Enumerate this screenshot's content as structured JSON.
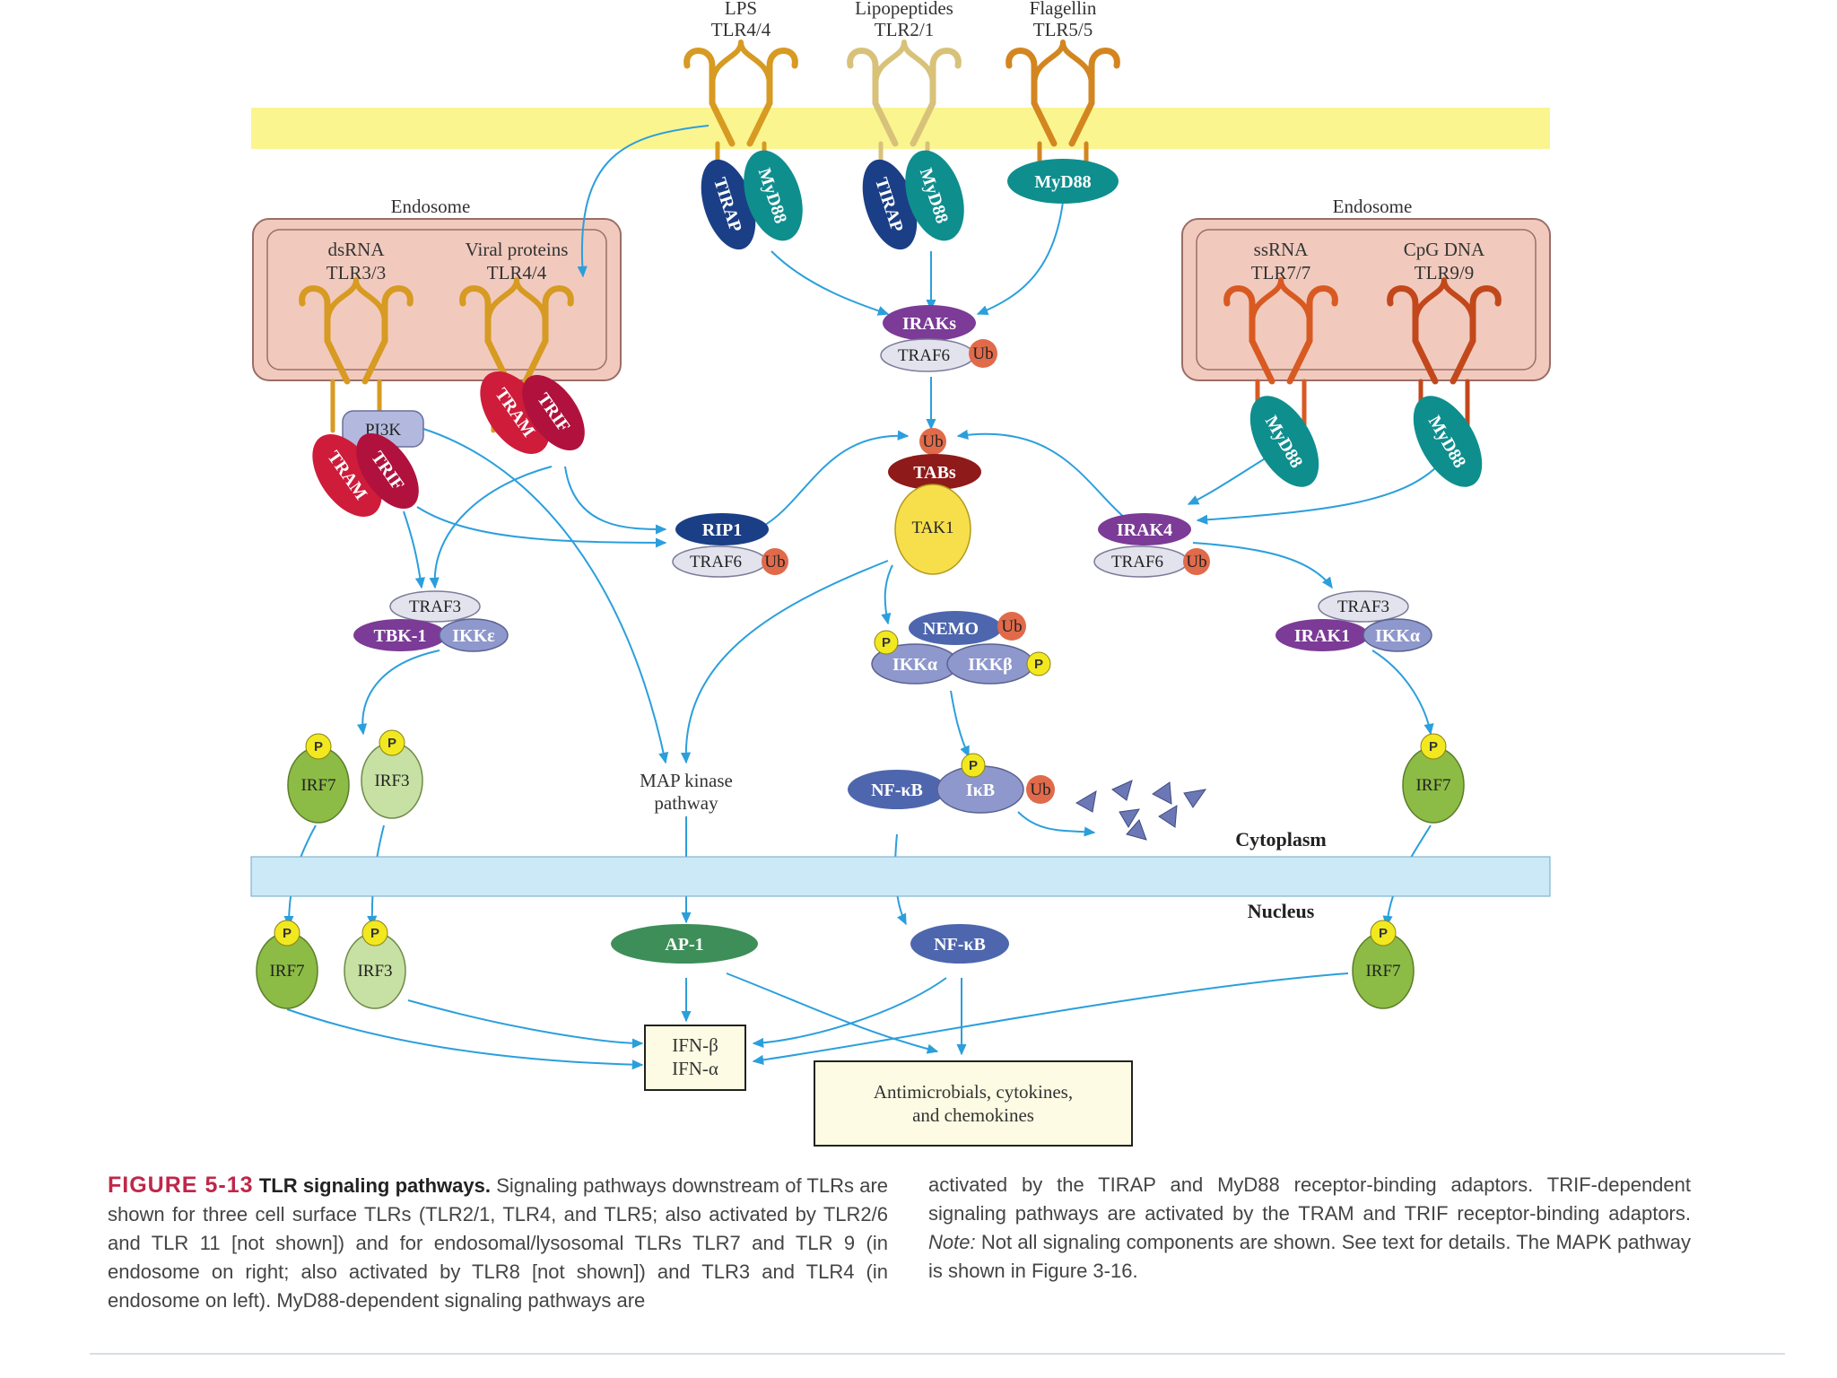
{
  "ligands": {
    "lps": "LPS",
    "tlr44": "TLR4/4",
    "lipopeptides": "Lipopeptides",
    "tlr21": "TLR2/1",
    "flagellin": "Flagellin",
    "tlr55": "TLR5/5"
  },
  "endosome_left": {
    "title": "Endosome",
    "dsrna": "dsRNA",
    "tlr33": "TLR3/3",
    "viral": "Viral proteins",
    "tlr44": "TLR4/4"
  },
  "endosome_right": {
    "title": "Endosome",
    "ssrna": "ssRNA",
    "tlr77": "TLR7/7",
    "cpg": "CpG DNA",
    "tlr99": "TLR9/9"
  },
  "molecules": {
    "tirap": "TIRAP",
    "myd88": "MyD88",
    "iraks": "IRAKs",
    "traf6": "TRAF6",
    "ub": "Ub",
    "pi3k": "PI3K",
    "tram": "TRAM",
    "trif": "TRIF",
    "tabs": "TABs",
    "tak1": "TAK1",
    "rip1": "RIP1",
    "irak4": "IRAK4",
    "traf3": "TRAF3",
    "tbk1": "TBK-1",
    "ikke": "IKKε",
    "nemo": "NEMO",
    "ikka": "IKKα",
    "ikkb": "IKKβ",
    "irak1": "IRAK1",
    "p": "P",
    "irf7": "IRF7",
    "irf3": "IRF3",
    "nfkb": "NF-κB",
    "ikb": "IκB",
    "ap1": "AP-1"
  },
  "labels": {
    "map_kinase": "MAP kinase",
    "pathway": "pathway",
    "cytoplasm": "Cytoplasm",
    "nucleus": "Nucleus",
    "ifnb": "IFN-β",
    "ifna": "IFN-α",
    "antimicrobials_1": "Antimicrobials, cytokines,",
    "antimicrobials_2": "and chemokines"
  },
  "caption": {
    "figure": "FIGURE 5-13",
    "title": "TLR signaling pathways.",
    "left": "Signaling pathways downstream of TLRs are shown for three cell surface TLRs (TLR2/1, TLR4, and TLR5; also activated by TLR2/6 and TLR 11 [not shown]) and for endosomal/lysosomal TLRs TLR7 and TLR 9 (in endosome on right; also activated by TLR8 [not shown]) and TLR3 and TLR4 (in endosome on left). MyD88-dependent signaling pathways are",
    "right_1": "activated by the TIRAP and MyD88 receptor-binding adaptors. TRIF-dependent signaling pathways are activated by the TRAM and TRIF receptor-binding adaptors.",
    "note": "Note:",
    "right_2": "Not all signaling components are shown. See text for details. The MAPK pathway is shown in Figure 3-16."
  },
  "colors": {
    "membrane": "#faf58f",
    "nuclear_membrane": "#cce9f7",
    "endosome": "#f1cabd",
    "arrow": "#2b9fdc",
    "tirap": "#1b3f86",
    "myd88": "#0f8e8e",
    "purple": "#7b3b96",
    "red": "#cf1c3a",
    "ub": "#e06a4a",
    "p": "#f2e820",
    "irf7": "#8cbc45",
    "irf3": "#c7e0a3",
    "nfkb": "#4e66ae",
    "ap1": "#3d8e58",
    "tak1": "#f7df4c",
    "tabs": "#8e1a1a"
  }
}
